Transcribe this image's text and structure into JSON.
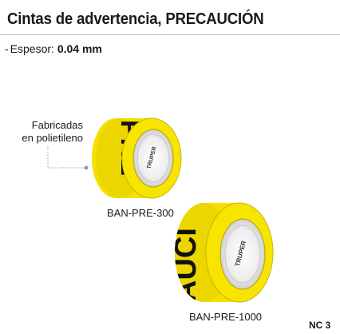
{
  "header": {
    "title": "Cintas de advertencia, PRECAUCIÓN"
  },
  "spec": {
    "dash": "-",
    "label": "Espesor:",
    "value": "0.04 mm"
  },
  "callout": {
    "line1": "Fabricadas",
    "line2": "en polietileno"
  },
  "tape_small": {
    "model": "BAN-PRE-300",
    "print_text": "PRE",
    "core_text": "TRUPER"
  },
  "tape_large": {
    "model": "BAN-PRE-1000",
    "print_text": "AUCI",
    "core_text": "TRUPER"
  },
  "footer": {
    "code": "NC 3"
  },
  "colors": {
    "tape_yellow": "#f5e000",
    "tape_shadow": "#c9b400",
    "ink": "#111111",
    "core": "#eeeeee"
  }
}
